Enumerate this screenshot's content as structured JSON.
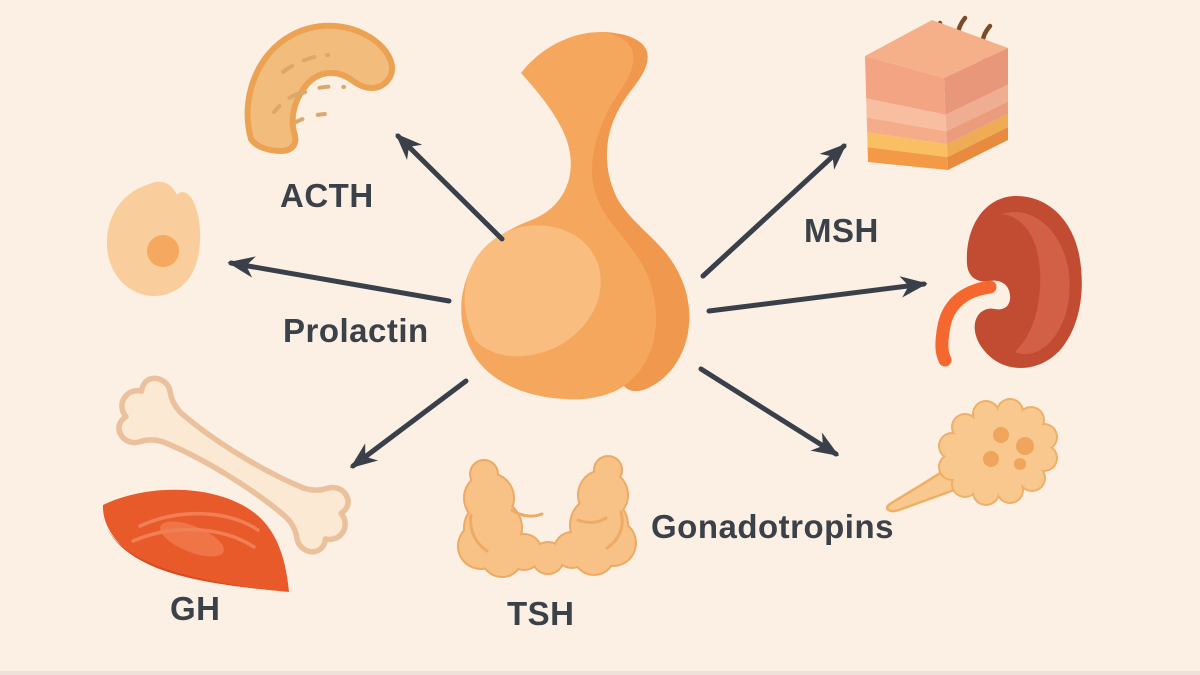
{
  "diagram": {
    "background_color": "#FCEFE3",
    "arrow_color": "#39404A",
    "label_color": "#3B4149",
    "central_organ_icon": "pituitary-gland-icon",
    "hormones": [
      {
        "label": "ACTH",
        "target_icon": "adrenal-gland-icon",
        "arrow_direction": "upper-left"
      },
      {
        "label": "Prolactin",
        "target_icon": "breast-icon",
        "arrow_direction": "left"
      },
      {
        "label": "GH",
        "target_icon": "bone-muscle-icon",
        "arrow_direction": "lower-left"
      },
      {
        "label": "TSH",
        "target_icon": "thyroid-gland-icon",
        "arrow_direction": "below"
      },
      {
        "label": "MSH",
        "target_icon": "skin-icon",
        "arrow_direction": "upper-right"
      },
      {
        "label": "Gonadotropins",
        "target_icon": "ovary-icon",
        "arrow_direction": "lower-right"
      }
    ],
    "arrow_targets": [
      "adrenal-gland-icon",
      "breast-icon",
      "bone-muscle-icon",
      "skin-icon",
      "kidney-icon",
      "ovary-icon"
    ]
  }
}
